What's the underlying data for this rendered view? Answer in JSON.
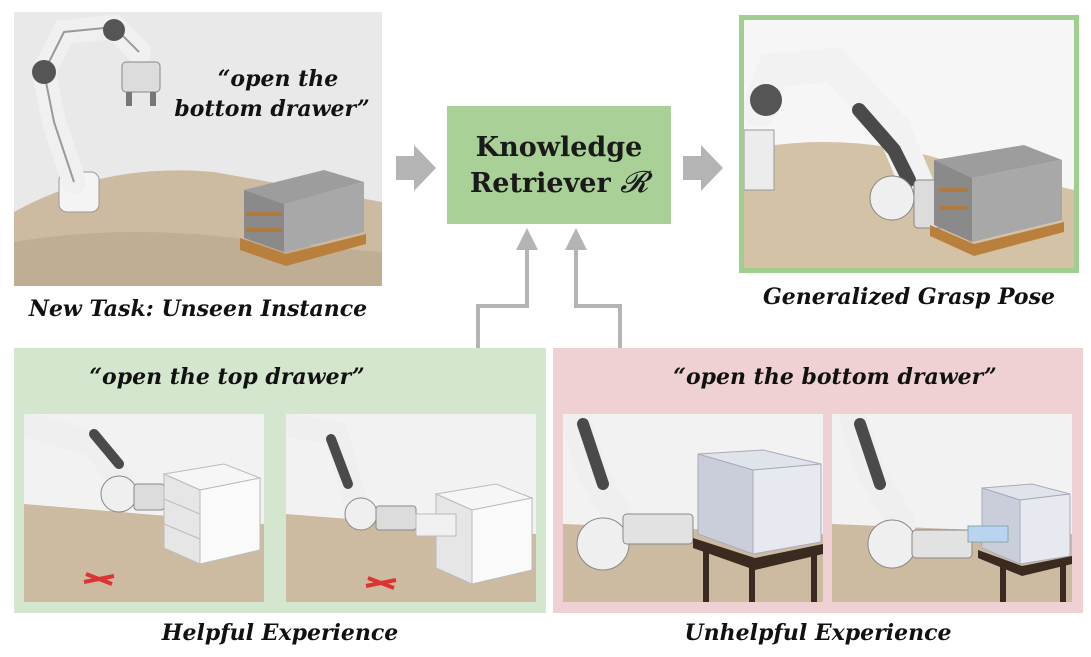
{
  "new_task": {
    "quote_line1": "“open the",
    "quote_line2": "bottom drawer”",
    "caption": "New Task: Unseen Instance"
  },
  "retriever": {
    "line1": "Knowledge",
    "line2_word": "Retriever",
    "line2_symbol": "𝓡"
  },
  "output": {
    "caption": "Generalized Grasp Pose"
  },
  "helpful": {
    "quote": "“open the top drawer”",
    "caption": "Helpful Experience"
  },
  "unhelpful": {
    "quote": "“open the bottom drawer”",
    "caption": "Unhelpful Experience"
  },
  "colors": {
    "retriever_fill": "#a9d096",
    "helpful_panel": "#d4e6cd",
    "unhelpful_panel": "#efd0d3",
    "output_frame": "#9fcf8f",
    "arrow_gray": "#b4b4b4"
  }
}
